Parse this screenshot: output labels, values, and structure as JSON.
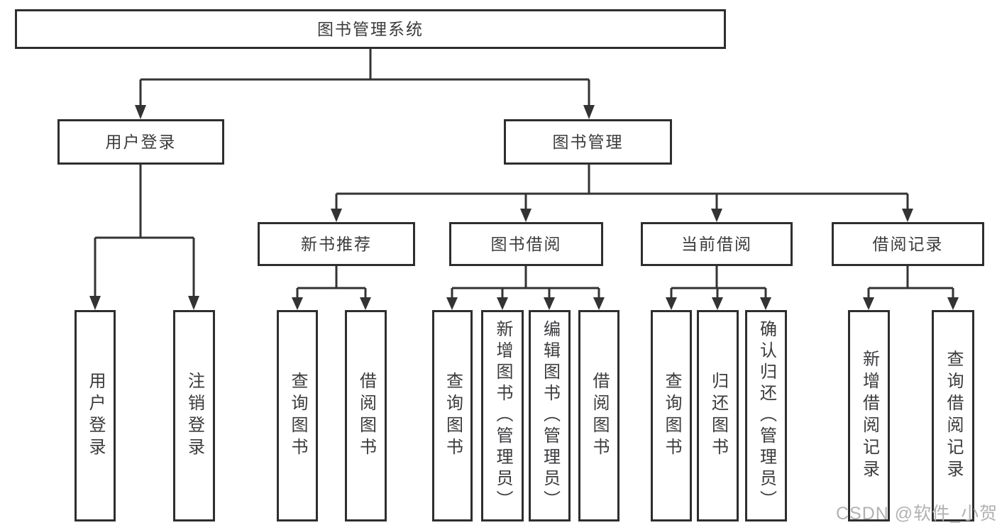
{
  "diagram": {
    "root": {
      "label": "图书管理系统"
    },
    "level2": {
      "user_login": {
        "label": "用户登录"
      },
      "book_mgmt": {
        "label": "图书管理"
      }
    },
    "level3": {
      "new_book_rec": {
        "label": "新书推荐"
      },
      "book_borrow": {
        "label": "图书借阅"
      },
      "current_borrow": {
        "label": "当前借阅"
      },
      "borrow_record": {
        "label": "借阅记录"
      }
    },
    "leaves": {
      "user_login": "用户登录",
      "logout": "注销登录",
      "query_book_a": "查询图书",
      "borrow_book_a": "借阅图书",
      "query_book_b": "查询图书",
      "add_book": "新增图书（管理员）",
      "edit_book": "编辑图书（管理员）",
      "borrow_book_b": "借阅图书",
      "query_book_c": "查询图书",
      "return_book": "归还图书",
      "confirm_return": "确认归还（管理员）",
      "add_borrow_record": "新增借阅记录",
      "query_borrow_record": "查询借阅记录"
    },
    "tree": {
      "root": "图书管理系统",
      "children": [
        {
          "label": "用户登录",
          "children": [
            "用户登录",
            "注销登录"
          ]
        },
        {
          "label": "图书管理",
          "children": [
            {
              "label": "新书推荐",
              "children": [
                "查询图书",
                "借阅图书"
              ]
            },
            {
              "label": "图书借阅",
              "children": [
                "查询图书",
                "新增图书（管理员）",
                "编辑图书（管理员）",
                "借阅图书"
              ]
            },
            {
              "label": "当前借阅",
              "children": [
                "查询图书",
                "归还图书",
                "确认归还（管理员）"
              ]
            },
            {
              "label": "借阅记录",
              "children": [
                "新增借阅记录",
                "查询借阅记录"
              ]
            }
          ]
        }
      ]
    },
    "colors": {
      "line": "#333333",
      "box_border": "#2e2e2e",
      "text": "#3b3b3e",
      "background": "#ffffff",
      "watermark": "#b2b2b5"
    }
  },
  "watermark": {
    "text": "CSDN @软件_小贺同学"
  }
}
